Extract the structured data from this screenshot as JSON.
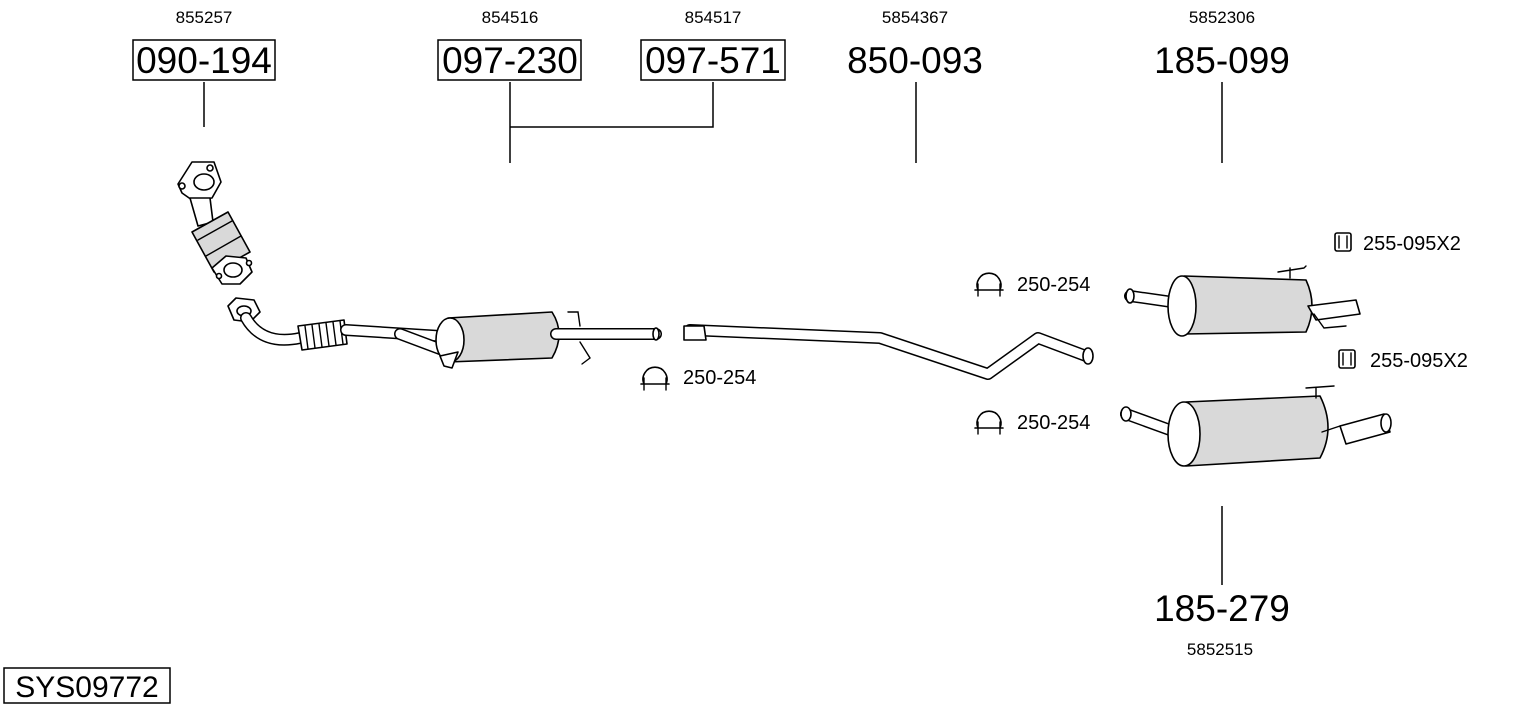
{
  "parts": [
    {
      "code": "855257",
      "number": "090-194",
      "boxed": true
    },
    {
      "code": "854516",
      "number": "097-230",
      "boxed": true
    },
    {
      "code": "854517",
      "number": "097-571",
      "boxed": true
    },
    {
      "code": "5854367",
      "number": "850-093",
      "boxed": false
    },
    {
      "code": "5852306",
      "number": "185-099",
      "boxed": false
    },
    {
      "code": "5852515",
      "number": "185-279",
      "boxed": false
    }
  ],
  "clamps": [
    {
      "label": "250-254"
    },
    {
      "label": "250-254"
    },
    {
      "label": "250-254"
    }
  ],
  "hangers": [
    {
      "label": "255-095X2"
    },
    {
      "label": "255-095X2"
    }
  ],
  "system_id": "SYS09772"
}
